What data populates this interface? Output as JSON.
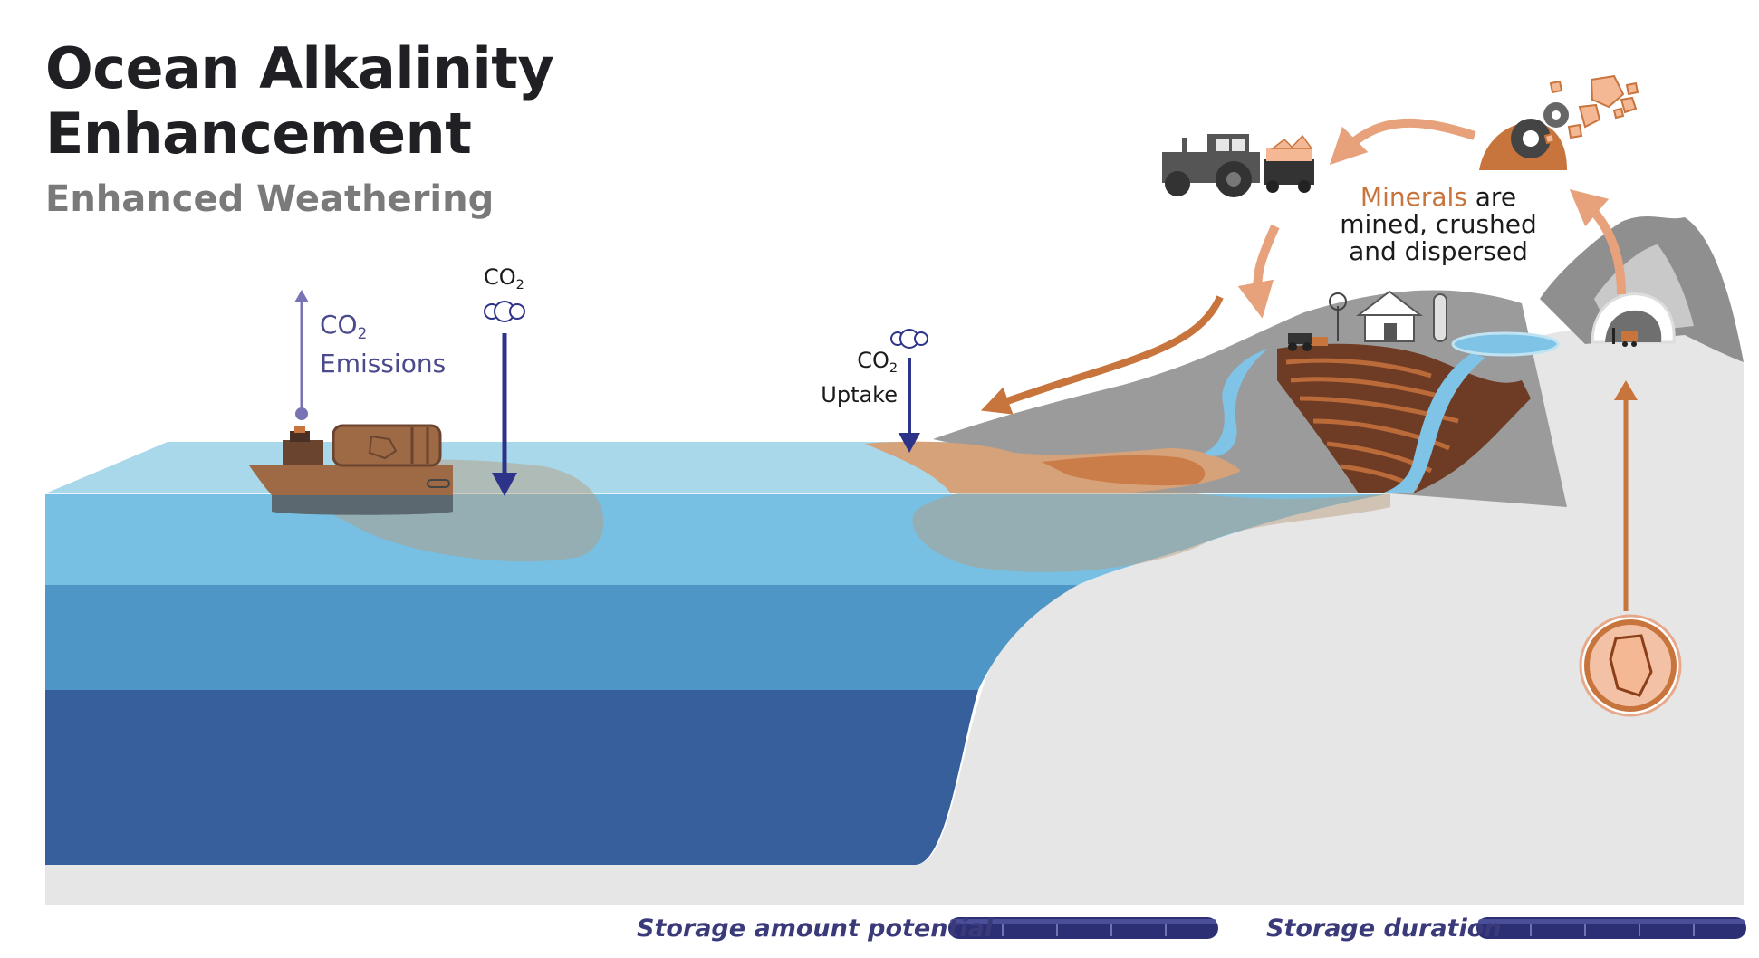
{
  "header": {
    "title_line1": "Ocean Alkalinity",
    "title_line2": "Enhancement",
    "subtitle": "Enhanced Weathering"
  },
  "labels": {
    "co2": "CO",
    "co2_sub": "2",
    "emissions": "Emissions",
    "uptake": "Uptake",
    "minerals_accent": "Minerals",
    "minerals_line1_rest": " are",
    "minerals_line2": "mined, crushed",
    "minerals_line3": "and dispersed"
  },
  "footer": {
    "storage_amount_label": "Storage amount potential",
    "storage_duration_label": "Storage duration",
    "storage_amount_level": 5,
    "storage_duration_level": 5,
    "bar_segments": 5
  },
  "colors": {
    "ocean_surface": "#a8d8ea",
    "ocean_shallow": "#77c0e3",
    "ocean_mid": "#4e96c6",
    "ocean_deep": "#375f9b",
    "land": "#e6e6e6",
    "hill": "#9b9b9b",
    "mineral_orange": "#c8743d",
    "arrow_light_orange": "#e7a27c",
    "co2_arrow_blue": "#2c3388",
    "emission_arrow": "#7873b4",
    "storage_bar": "#2c2f73"
  }
}
